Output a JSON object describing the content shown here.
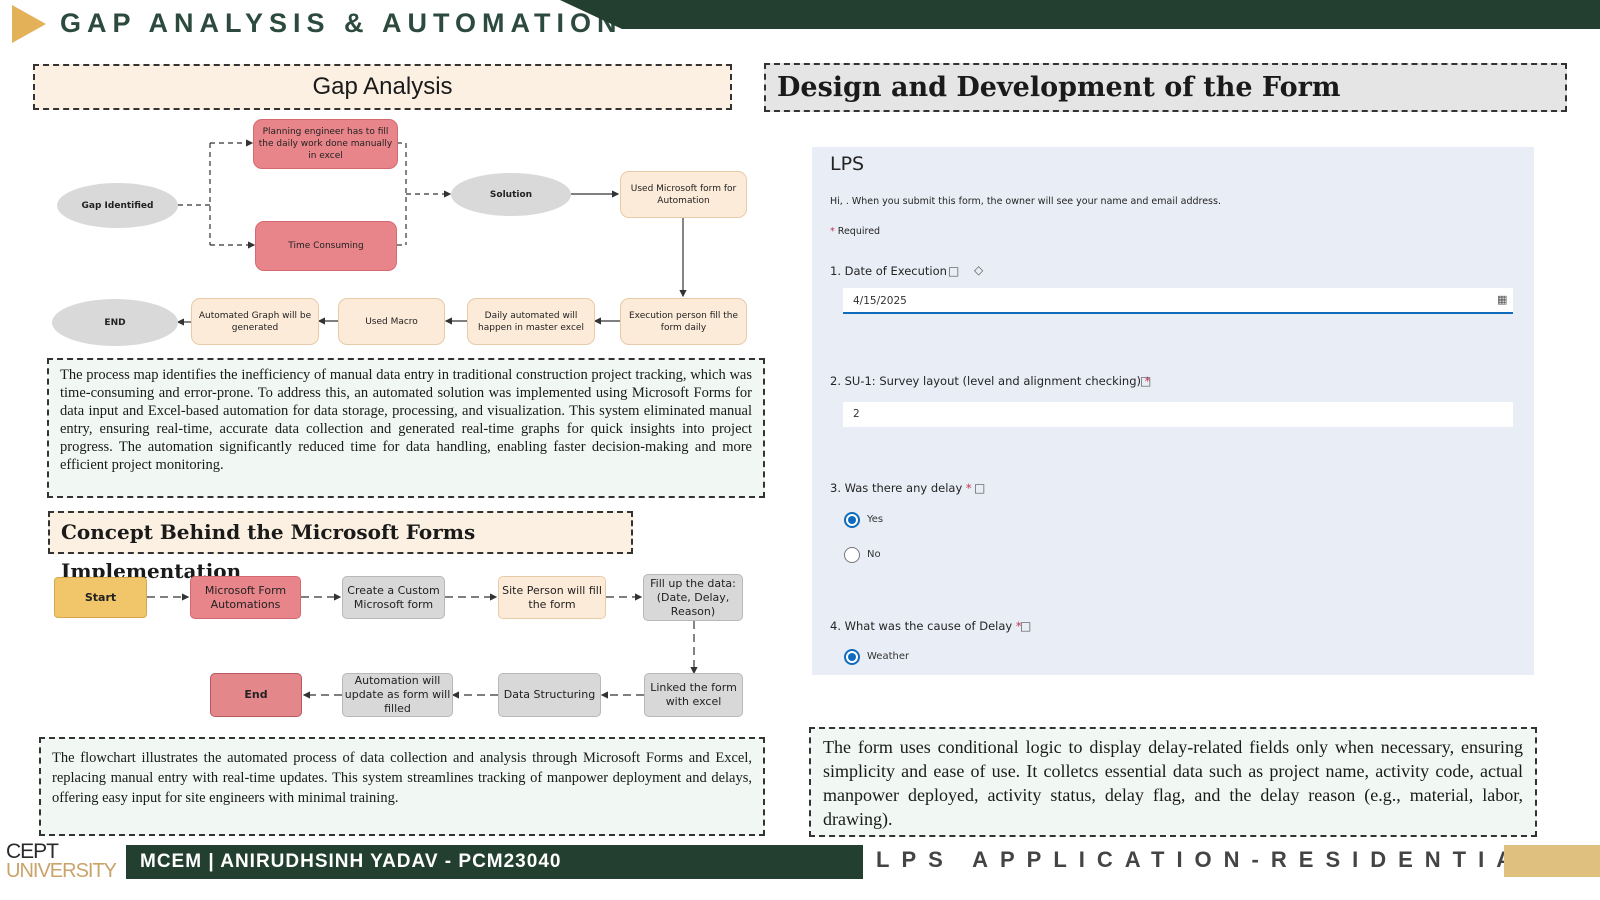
{
  "header": {
    "title": "GAP ANALYSIS & AUTOMATION"
  },
  "sections": {
    "gap_analysis": "Gap Analysis",
    "design": "Design and Development of the Form",
    "concept": "Concept Behind the Microsoft Forms Implementation"
  },
  "gap_flow": {
    "gap_identified": "Gap Identified",
    "planning": "Planning engineer has to fill the daily work done manually in excel",
    "time_consuming": "Time Consuming",
    "solution": "Solution",
    "used_forms": "Used Microsoft form for Automation",
    "execution": "Execution person fill the form daily",
    "daily_auto": "Daily automated will happen in master excel",
    "used_macro": "Used Macro",
    "auto_graph": "Automated Graph will be generated",
    "end": "END"
  },
  "texts": {
    "process_map": "The process map identifies the inefficiency of manual data entry in traditional construction project tracking, which was time-consuming and error-prone. To address this, an automated solution was implemented using Microsoft Forms for data input and Excel-based automation for data storage, processing, and visualization. This system eliminated manual entry, ensuring real-time, accurate data collection and generated real-time graphs for quick insights into project progress. The automation significantly reduced time for data handling, enabling faster decision-making and more efficient project monitoring.",
    "flowchart": "The flowchart illustrates the automated process of data collection and analysis through Microsoft Forms and Excel, replacing manual entry with real-time updates. This system streamlines tracking of manpower deployment and delays, offering easy input for site engineers with minimal training.",
    "form_logic": "The form uses conditional logic to display delay-related fields only when necessary, ensuring simplicity and ease of use. It colletcs essential data such as project name, activity code, actual manpower deployed, activity status, delay flag, and the delay reason (e.g., material, labor, drawing)."
  },
  "concept_flow": {
    "start": "Start",
    "ms_form": "Microsoft Form Automations",
    "create": "Create a Custom Microsoft form",
    "site_person": "Site Person will fill the form",
    "fill_up": "Fill up the data: (Date, Delay, Reason)",
    "linked": "Linked the form with excel",
    "structuring": "Data Structuring",
    "auto_update": "Automation will update as form will filled",
    "end": "End"
  },
  "form": {
    "title": "LPS",
    "greeting": "Hi,         . When you submit this form, the owner will see your name and email address.",
    "required_note": "Required",
    "q1": "1. Date of Execution",
    "q1_value": "4/15/2025",
    "q2": "2. SU-1: Survey layout (level and alignment checking)",
    "q2_value": "2",
    "q3": "3. Was there any delay",
    "q3_yes": "Yes",
    "q3_no": "No",
    "q4": "4. What was the cause of Delay",
    "q4_opt": "Weather"
  },
  "footer": {
    "logo_top": "CEPT",
    "logo_bottom": "UNIVERSITY",
    "band": "MCEM  | ANIRUDHSINH YADAV - PCM23040",
    "right": "LPS APPLICATION-RESIDENTIAL"
  }
}
